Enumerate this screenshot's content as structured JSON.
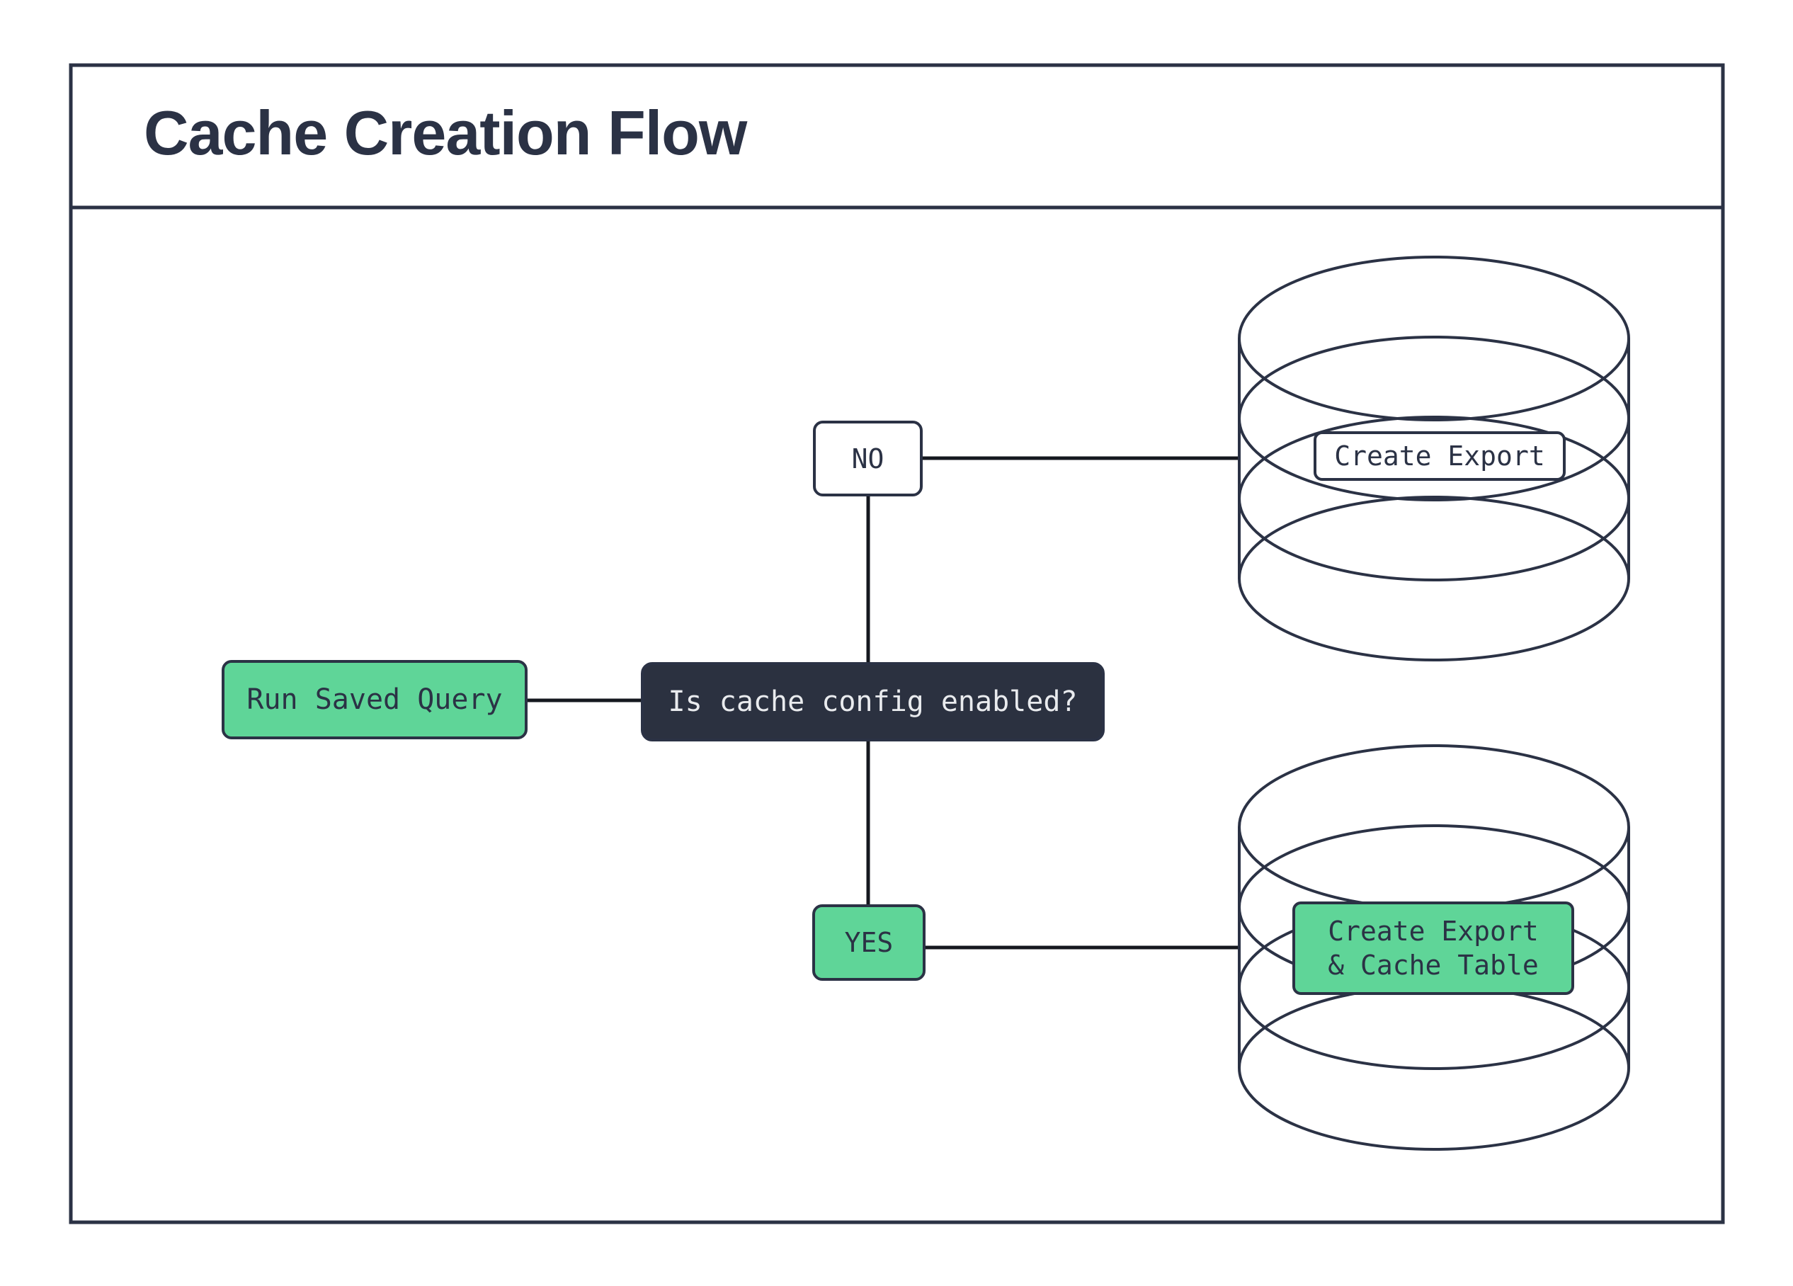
{
  "header": {
    "title": "Cache Creation Flow"
  },
  "flow": {
    "start": {
      "label": "Run Saved Query"
    },
    "decision": {
      "label": "Is cache config enabled?"
    },
    "no_branch": {
      "label": "NO",
      "action_label": "Create Export",
      "icon": "database-cylinder-icon"
    },
    "yes_branch": {
      "label": "YES",
      "action_label_line1": "Create Export",
      "action_label_line2": "& Cache Table",
      "icon": "database-cylinder-icon"
    }
  },
  "colors": {
    "ink": "#2b3245",
    "connector": "#15181f",
    "green": "#5fd598",
    "decision_fill": "#2b3140",
    "decision_text": "#e9ebee",
    "background": "#ffffff"
  }
}
